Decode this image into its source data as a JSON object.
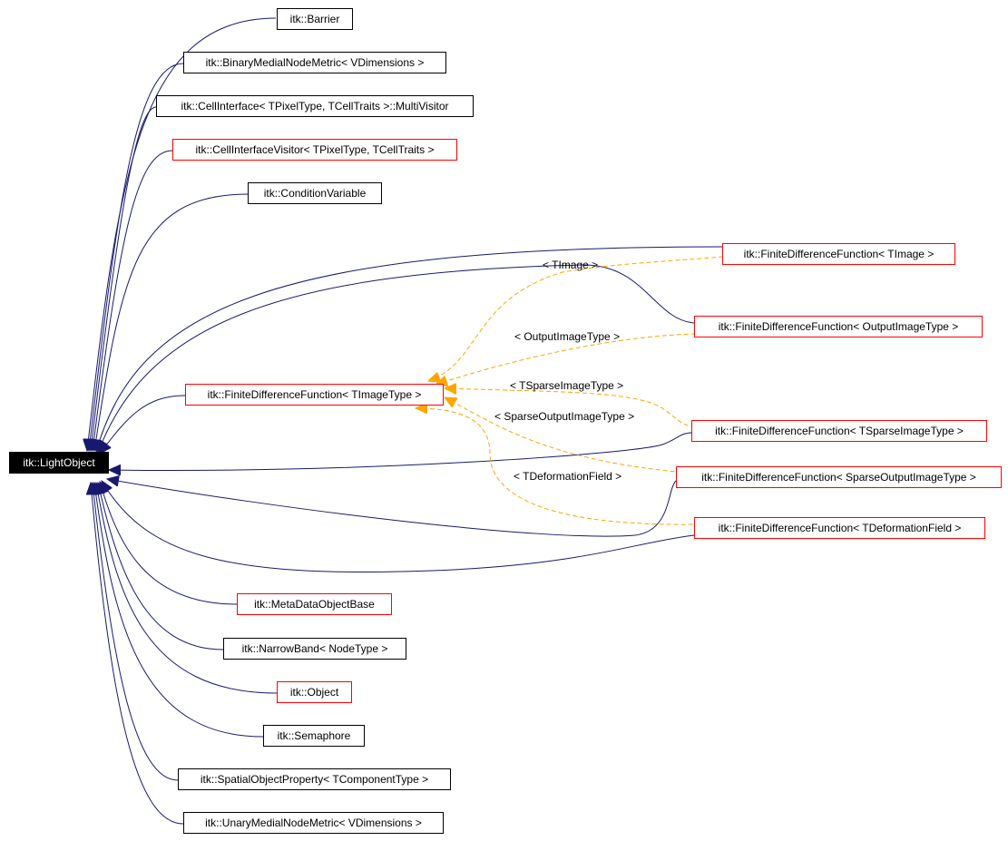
{
  "root": {
    "label": "itk::LightObject"
  },
  "nodes": [
    {
      "id": "barrier",
      "label": "itk::Barrier",
      "border": "#000000"
    },
    {
      "id": "binary-medial",
      "label": "itk::BinaryMedialNodeMetric< VDimensions >",
      "border": "#000000"
    },
    {
      "id": "cell-multivisitor",
      "label": "itk::CellInterface< TPixelType, TCellTraits >::MultiVisitor",
      "border": "#000000"
    },
    {
      "id": "cell-visitor",
      "label": "itk::CellInterfaceVisitor< TPixelType, TCellTraits >",
      "border": "#ff0000"
    },
    {
      "id": "condition-variable",
      "label": "itk::ConditionVariable",
      "border": "#000000"
    },
    {
      "id": "fdf-timage",
      "label": "itk::FiniteDifferenceFunction< TImage >",
      "border": "#ff0000"
    },
    {
      "id": "fdf-output",
      "label": "itk::FiniteDifferenceFunction< OutputImageType >",
      "border": "#ff0000"
    },
    {
      "id": "fdf-template",
      "label": "itk::FiniteDifferenceFunction< TImageType >",
      "border": "#ff0000"
    },
    {
      "id": "fdf-sparse",
      "label": "itk::FiniteDifferenceFunction< TSparseImageType >",
      "border": "#ff0000"
    },
    {
      "id": "fdf-sparse-output",
      "label": "itk::FiniteDifferenceFunction< SparseOutputImageType >",
      "border": "#ff0000"
    },
    {
      "id": "fdf-deformation",
      "label": "itk::FiniteDifferenceFunction< TDeformationField >",
      "border": "#ff0000"
    },
    {
      "id": "metadata",
      "label": "itk::MetaDataObjectBase",
      "border": "#ff0000"
    },
    {
      "id": "narrowband",
      "label": "itk::NarrowBand< NodeType >",
      "border": "#000000"
    },
    {
      "id": "object",
      "label": "itk::Object",
      "border": "#ff0000"
    },
    {
      "id": "semaphore",
      "label": "itk::Semaphore",
      "border": "#000000"
    },
    {
      "id": "spatial-prop",
      "label": "itk::SpatialObjectProperty< TComponentType >",
      "border": "#000000"
    },
    {
      "id": "unary-medial",
      "label": "itk::UnaryMedialNodeMetric< VDimensions >",
      "border": "#000000"
    }
  ],
  "template_edges": [
    {
      "from": "fdf-timage",
      "label": "< TImage >"
    },
    {
      "from": "fdf-output",
      "label": "< OutputImageType >"
    },
    {
      "from": "fdf-sparse",
      "label": "< TSparseImageType >"
    },
    {
      "from": "fdf-sparse-output",
      "label": "< SparseOutputImageType >"
    },
    {
      "from": "fdf-deformation",
      "label": "< TDeformationField >"
    }
  ],
  "colors": {
    "inheritance_edge": "#191970",
    "template_edge": "#ffa500",
    "node_border_default": "#000000",
    "node_border_truncated": "#ff0000",
    "root_fill": "#000000",
    "root_text": "#ffffff"
  }
}
